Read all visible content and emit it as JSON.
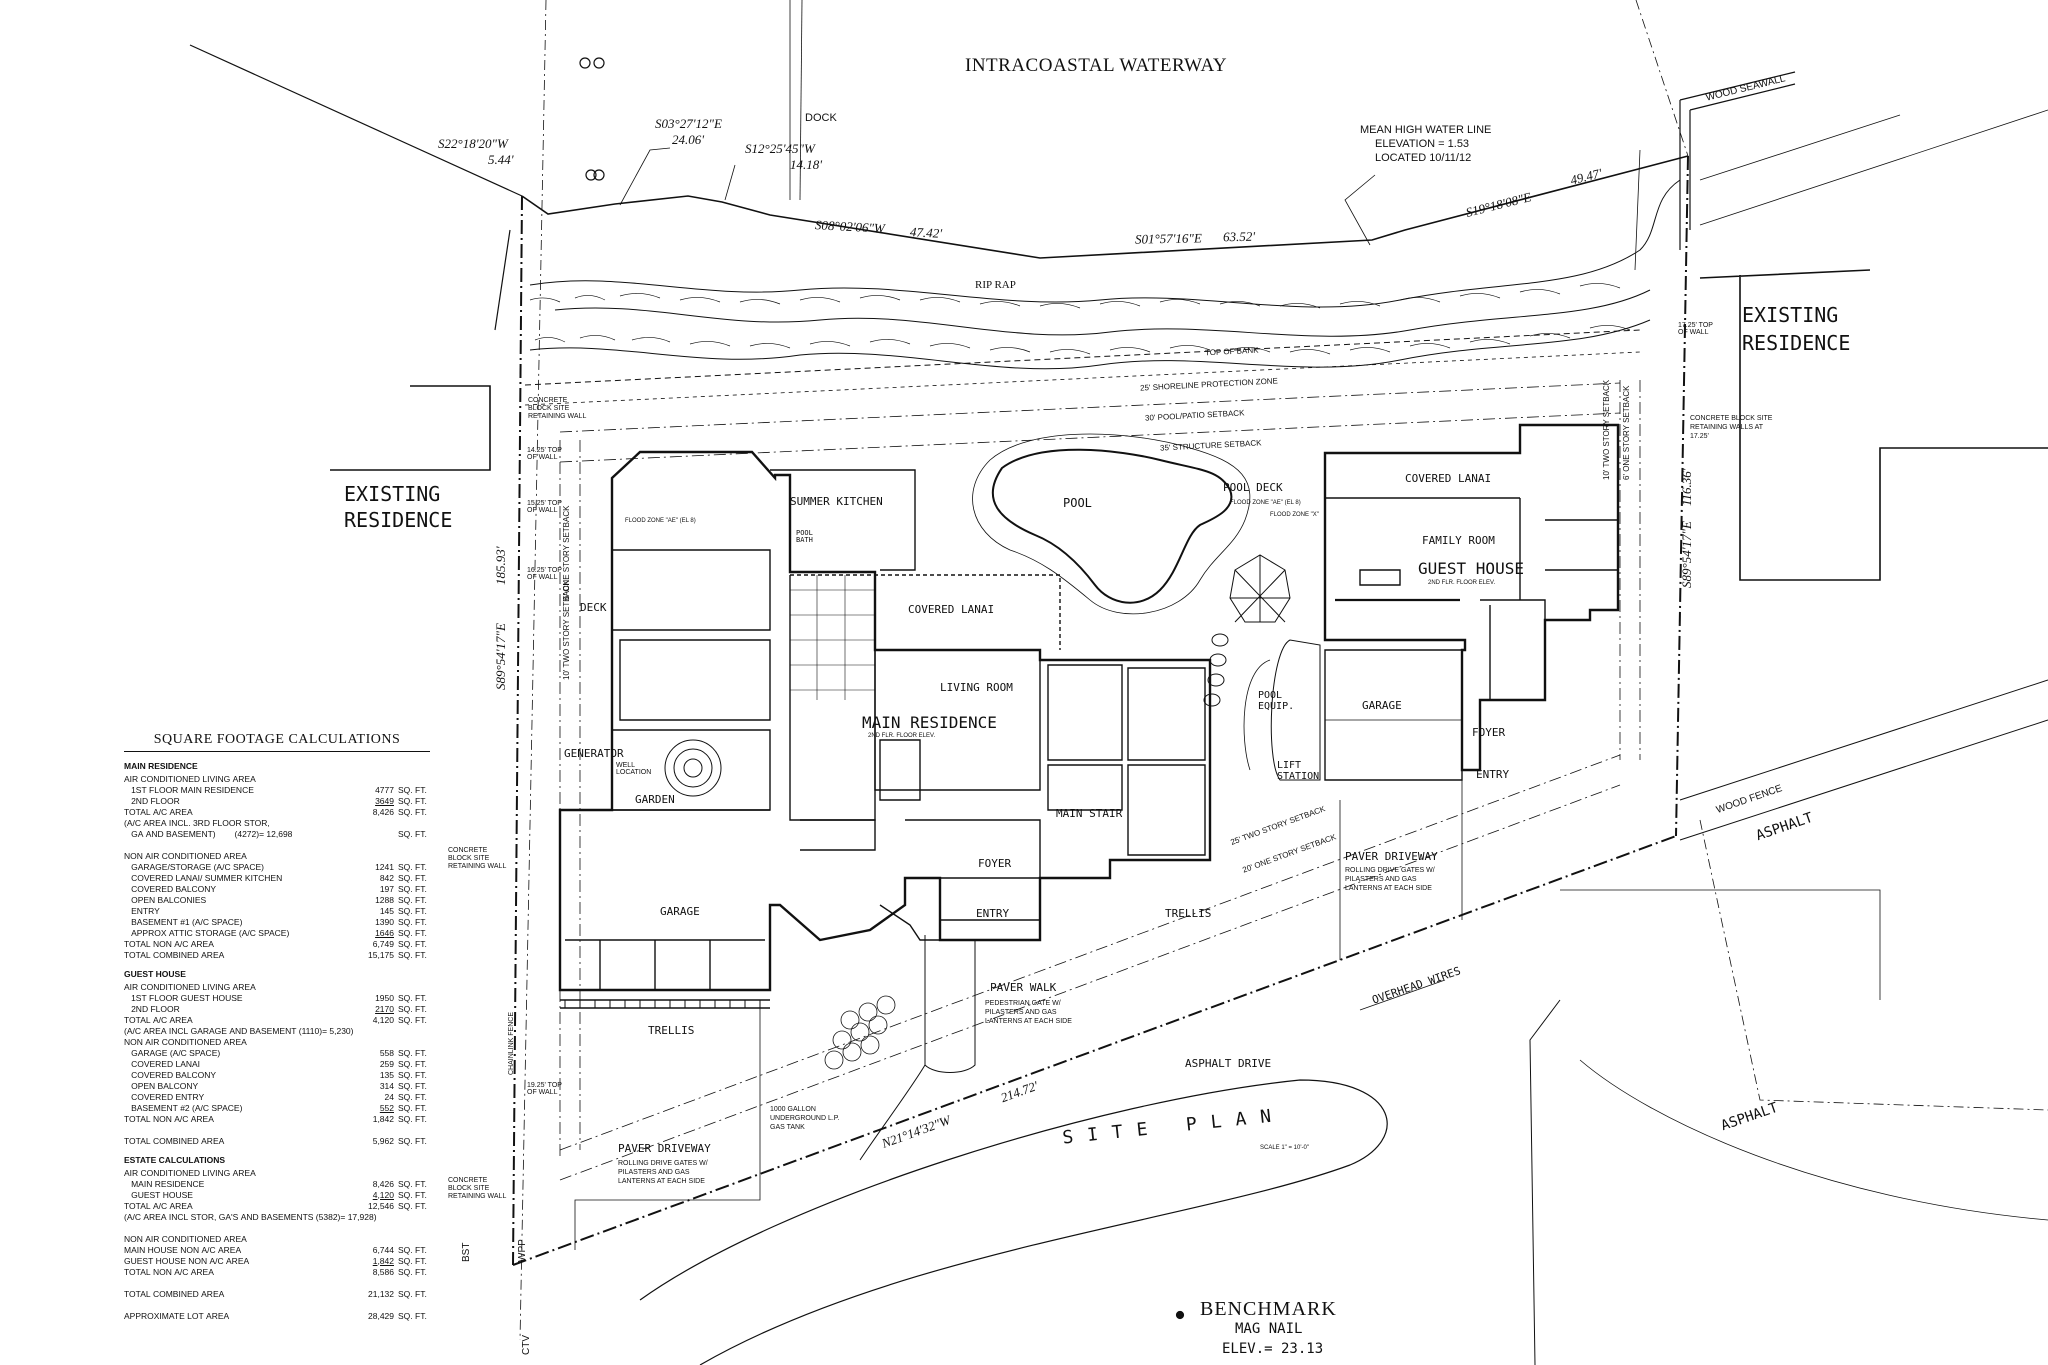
{
  "labels": {
    "waterway": "INTRACOASTAL WATERWAY",
    "dock": "DOCK",
    "wood_seawall": "WOOD SEAWALL",
    "mhw1": "MEAN HIGH WATER LINE",
    "mhw2": "ELEVATION = 1.53",
    "mhw3": "LOCATED 10/11/12",
    "rip_rap": "RIP RAP",
    "top_of_bank": "TOP OF BANK",
    "shoreline_zone": "25' SHORELINE PROTECTION ZONE",
    "pool_patio_setback": "30' POOL/PATIO SETBACK",
    "structure_setback": "35' STRUCTURE SETBACK",
    "existing_residence": "EXISTING",
    "existing_residence2": "RESIDENCE",
    "summer_kitchen": "SUMMER KITCHEN",
    "pool_bath": "POOL BATH",
    "pool": "POOL",
    "pool_deck": "POOL DECK",
    "covered_lanai": "COVERED LANAI",
    "covered_lanai_gh": "COVERED LANAI",
    "family_room": "FAMILY ROOM",
    "guest_house": "GUEST HOUSE",
    "deck": "DECK",
    "living_room": "LIVING ROOM",
    "main_residence": "MAIN RESIDENCE",
    "generator": "GENERATOR",
    "well_location": "WELL LOCATION",
    "garden": "GARDEN",
    "main_stair": "MAIN STAIR",
    "foyer": "FOYER",
    "entry": "ENTRY",
    "trellis": "TRELLIS",
    "garage": "GARAGE",
    "garage_gh": "GARAGE",
    "pool_equip": "POOL EQUIP.",
    "lift_station": "LIFT STATION",
    "foyer_gh": "FOYER",
    "entry_gh": "ENTRY",
    "wood_fence": "WOOD FENCE",
    "asphalt": "ASPHALT",
    "asphalt2": "ASPHALT",
    "asphalt_drive": "ASPHALT DRIVE",
    "overhead_wires": "OVERHEAD WIRES",
    "paver_walk": "PAVER WALK",
    "ped_gate1": "PEDESTRIAN GATE W/",
    "ped_gate2": "PILASTERS AND GAS",
    "ped_gate3": "LANTERNS AT EACH SIDE",
    "paver_driveway": "PAVER DRIVEWAY",
    "paver_driveway2": "PAVER DRIVEWAY",
    "rolling1": "ROLLING DRIVE GATES W/",
    "rolling2": "PILASTERS AND GAS",
    "rolling3": "LANTERNS AT EACH SIDE",
    "lp1": "1000 GALLON",
    "lp2": "UNDERGROUND L.P.",
    "lp3": "GAS TANK",
    "site_plan": "SITE   PLAN",
    "scale": "SCALE 1\" = 10'-0\"",
    "benchmark": "BENCHMARK",
    "mag_nail": "MAG NAIL",
    "elev": "ELEV.= 23.13",
    "two_story_setback": "25' TWO STORY SETBACK",
    "one_story_setback": "20' ONE STORY SETBACK",
    "two_story_side": "10' TWO STORY SETBACK",
    "one_story_side": "6' ONE STORY SETBACK",
    "two_story_side_r": "10' TWO STORY SETBACK",
    "one_story_side_r": "6' ONE STORY SETBACK",
    "conc_wall_l1": "CONCRETE",
    "conc_wall_l2": "BLOCK SITE",
    "conc_wall_l3": "RETAINING WALL",
    "conc_wall_r1": "CONCRETE BLOCK SITE",
    "conc_wall_r2": "RETAINING WALLS AT",
    "conc_wall_r3": "17.25'",
    "top_wall_1425": "14.25' TOP OF WALL",
    "top_wall_1525": "15.25' TOP OF WALL",
    "top_wall_1625": "16.25' TOP OF WALL",
    "top_wall_1725": "17.25' TOP OF WALL",
    "top_wall_1925": "19.25' TOP OF WALL",
    "chainlink": "CHAINLINK FENCE",
    "bst": "BST",
    "wpp": "WPP",
    "ctv": "CTV",
    "flood_zone_ae": "FLOOD ZONE \"AE\" (EL 8)",
    "flood_zone_x": "FLOOD ZONE \"X\"",
    "ffe_main": "2ND FLR. FLOOR ELEV.",
    "ffe_gh": "2ND FLR. FLOOR ELEV."
  },
  "bearings": {
    "b1": "S22°18'20\"W",
    "d1": "5.44'",
    "b2": "S03°27'12\"E",
    "d2": "24.06'",
    "b3": "S12°25'45\"W",
    "d3": "14.18'",
    "b4": "S08°02'06\"W",
    "d4": "47.42'",
    "b5": "S01°57'16\"E",
    "d5": "63.52'",
    "b6": "S19°18'08\"E",
    "d6": "49.47'",
    "left_b": "S89°54'17\"E",
    "left_d": "185.93'",
    "right_b": "S89°54'17\"E",
    "right_d": "116.36'",
    "front_b": "N21°14'32\"W",
    "front_d": "214.72'"
  },
  "sqft": {
    "title": "SQUARE FOOTAGE CALCULATIONS",
    "sections": [
      {
        "name": "MAIN RESIDENCE",
        "rows": [
          {
            "k": "AIR CONDITIONED LIVING AREA",
            "v": "",
            "u": ""
          },
          {
            "k": "   1ST FLOOR MAIN RESIDENCE",
            "v": "4777",
            "u": "SQ. FT."
          },
          {
            "k": "   2ND FLOOR",
            "v": "3649",
            "u": "SQ. FT.",
            "ul": true
          },
          {
            "k": "TOTAL A/C AREA",
            "v": "8,426",
            "u": "SQ. FT."
          },
          {
            "k": "(A/C AREA INCL. 3RD FLOOR STOR,",
            "v": "",
            "u": ""
          },
          {
            "k": "   GA AND BASEMENT)        (4272)= 12,698",
            "v": "",
            "u": "SQ. FT."
          },
          {
            "k": "",
            "v": "",
            "u": ""
          },
          {
            "k": "NON AIR CONDITIONED AREA",
            "v": "",
            "u": ""
          },
          {
            "k": "   GARAGE/STORAGE (A/C SPACE)",
            "v": "1241",
            "u": "SQ. FT."
          },
          {
            "k": "   COVERED LANAI/ SUMMER KITCHEN",
            "v": "842",
            "u": "SQ. FT."
          },
          {
            "k": "   COVERED BALCONY",
            "v": "197",
            "u": "SQ. FT."
          },
          {
            "k": "   OPEN BALCONIES",
            "v": "1288",
            "u": "SQ. FT."
          },
          {
            "k": "   ENTRY",
            "v": "145",
            "u": "SQ. FT."
          },
          {
            "k": "   BASEMENT #1 (A/C SPACE)",
            "v": "1390",
            "u": "SQ. FT."
          },
          {
            "k": "   APPROX ATTIC STORAGE (A/C SPACE)",
            "v": "1646",
            "u": "SQ. FT.",
            "ul": true
          },
          {
            "k": "TOTAL NON A/C AREA",
            "v": "6,749",
            "u": "SQ. FT."
          },
          {
            "k": "TOTAL COMBINED AREA",
            "v": "15,175",
            "u": "SQ. FT."
          }
        ]
      },
      {
        "name": "GUEST HOUSE",
        "rows": [
          {
            "k": "AIR CONDITIONED LIVING AREA",
            "v": "",
            "u": ""
          },
          {
            "k": "   1ST FLOOR GUEST HOUSE",
            "v": "1950",
            "u": "SQ. FT."
          },
          {
            "k": "   2ND FLOOR",
            "v": "2170",
            "u": "SQ. FT.",
            "ul": true
          },
          {
            "k": "TOTAL A/C AREA",
            "v": "4,120",
            "u": "SQ. FT."
          },
          {
            "k": "(A/C AREA INCL GARAGE AND BASEMENT (1110)= 5,230)",
            "v": "",
            "u": ""
          },
          {
            "k": "NON AIR CONDITIONED AREA",
            "v": "",
            "u": ""
          },
          {
            "k": "   GARAGE (A/C SPACE)",
            "v": "558",
            "u": "SQ. FT."
          },
          {
            "k": "   COVERED LANAI",
            "v": "259",
            "u": "SQ. FT."
          },
          {
            "k": "   COVERED BALCONY",
            "v": "135",
            "u": "SQ. FT."
          },
          {
            "k": "   OPEN BALCONY",
            "v": "314",
            "u": "SQ. FT."
          },
          {
            "k": "   COVERED ENTRY",
            "v": "24",
            "u": "SQ. FT."
          },
          {
            "k": "   BASEMENT #2 (A/C SPACE)",
            "v": "552",
            "u": "SQ. FT.",
            "ul": true
          },
          {
            "k": "TOTAL NON A/C AREA",
            "v": "1,842",
            "u": "SQ. FT."
          },
          {
            "k": "",
            "v": "",
            "u": ""
          },
          {
            "k": "TOTAL COMBINED AREA",
            "v": "5,962",
            "u": "SQ. FT."
          }
        ]
      },
      {
        "name": "ESTATE CALCULATIONS",
        "rows": [
          {
            "k": "AIR CONDITIONED LIVING AREA",
            "v": "",
            "u": ""
          },
          {
            "k": "   MAIN RESIDENCE",
            "v": "8,426",
            "u": "SQ. FT."
          },
          {
            "k": "   GUEST HOUSE",
            "v": "4,120",
            "u": "SQ. FT.",
            "ul": true
          },
          {
            "k": "TOTAL A/C AREA",
            "v": "12,546",
            "u": "SQ. FT."
          },
          {
            "k": "(A/C AREA INCL STOR, GA'S AND BASEMENTS (5382)= 17,928)",
            "v": "",
            "u": ""
          },
          {
            "k": "",
            "v": "",
            "u": ""
          },
          {
            "k": "NON AIR CONDITIONED AREA",
            "v": "",
            "u": ""
          },
          {
            "k": "MAIN HOUSE NON A/C AREA",
            "v": "6,744",
            "u": "SQ. FT."
          },
          {
            "k": "GUEST HOUSE NON A/C AREA",
            "v": "1,842",
            "u": "SQ. FT.",
            "ul": true
          },
          {
            "k": "TOTAL NON A/C AREA",
            "v": "8,586",
            "u": "SQ. FT."
          },
          {
            "k": "",
            "v": "",
            "u": ""
          },
          {
            "k": "TOTAL COMBINED AREA",
            "v": "21,132",
            "u": "SQ. FT."
          },
          {
            "k": "",
            "v": "",
            "u": ""
          },
          {
            "k": "APPROXIMATE LOT AREA",
            "v": "28,429",
            "u": "SQ. FT."
          }
        ]
      }
    ]
  }
}
